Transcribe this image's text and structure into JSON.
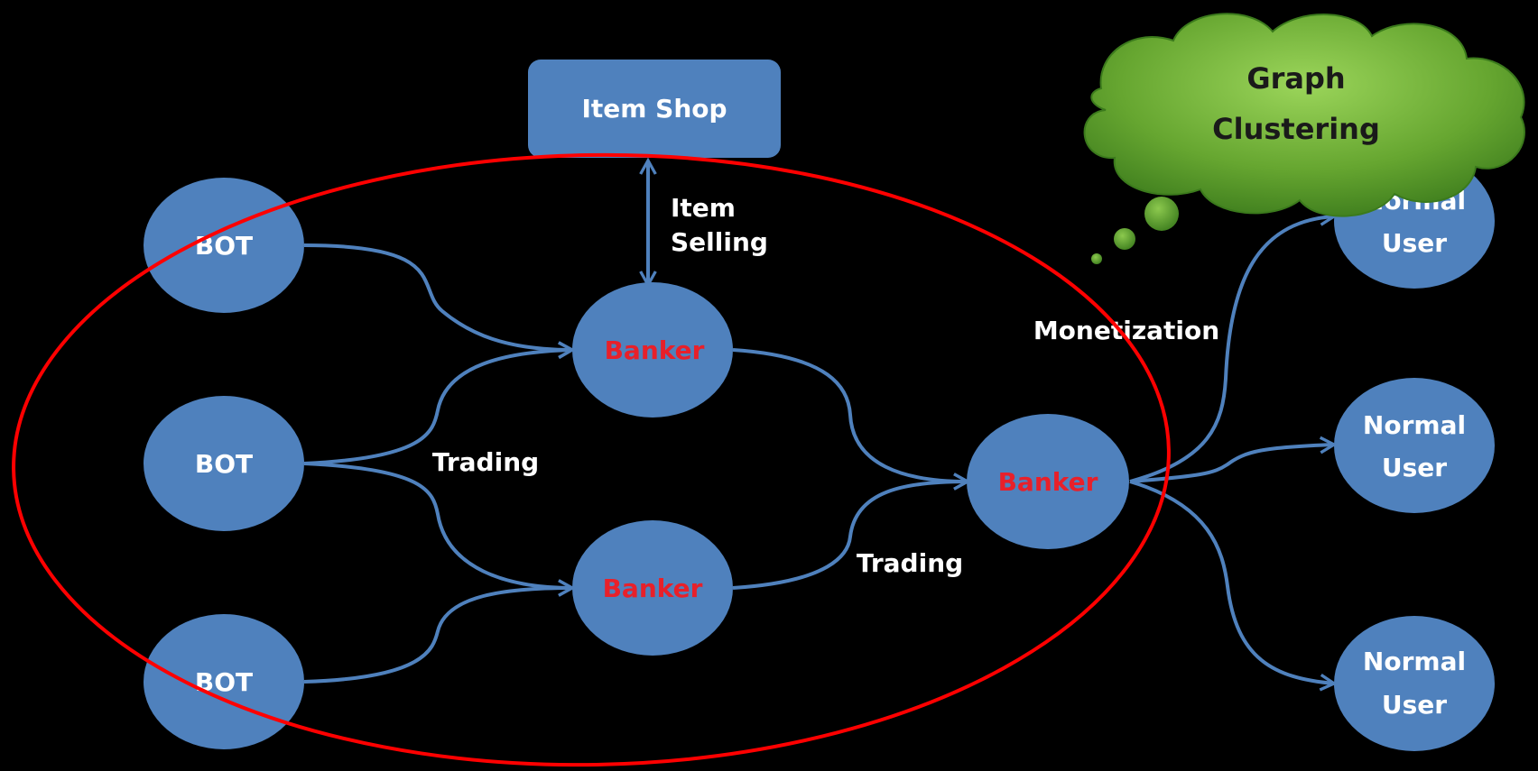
{
  "colors": {
    "background": "#000000",
    "node_fill": "#4f81bd",
    "edge": "#4f81bd",
    "banker_text": "#e8202a",
    "node_text": "#ffffff",
    "ellipse_outline": "#ff0000",
    "cloud_fill": "#6aa72f"
  },
  "nodes": {
    "item_shop": "Item Shop",
    "bot_1": "BOT",
    "bot_2": "BOT",
    "bot_3": "BOT",
    "banker_1": "Banker",
    "banker_2": "Banker",
    "banker_3": "Banker",
    "user_1": {
      "line1": "Normal",
      "line2": "User"
    },
    "user_2": {
      "line1": "Normal",
      "line2": "User"
    },
    "user_3": {
      "line1": "Normal",
      "line2": "User"
    }
  },
  "labels": {
    "item_selling": {
      "line1": "Item",
      "line2": "Selling"
    },
    "trading_1": "Trading",
    "trading_2": "Trading",
    "monetization": "Monetization"
  },
  "cloud": {
    "line1": "Graph",
    "line2": "Clustering"
  }
}
